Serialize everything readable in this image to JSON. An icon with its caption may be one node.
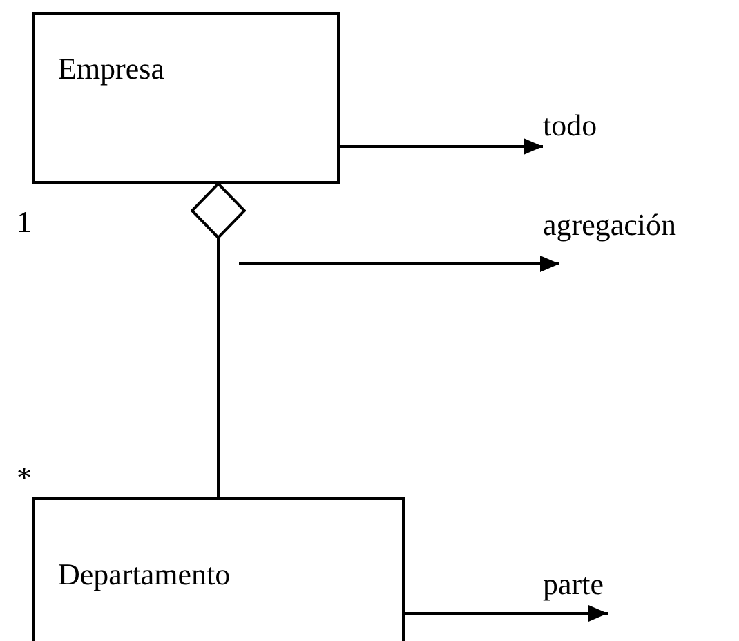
{
  "diagram": {
    "nodes": [
      {
        "text": [
          "Empresa"
        ]
      },
      {
        "text": [
          "Departamento"
        ]
      },
      {
        "text": [
          "todo"
        ]
      },
      {
        "text": [
          "agregación"
        ]
      },
      {
        "text": [
          "parte"
        ]
      }
    ],
    "edges": [
      {
        "from": 1,
        "to": 0,
        "arrow": "other"
      },
      {
        "from": 0,
        "to": 2,
        "arrow": "to"
      },
      {
        "from": null,
        "to": 3,
        "arrow": "to"
      },
      {
        "from": 1,
        "to": 4,
        "arrow": "to"
      }
    ],
    "labels": [
      "1",
      "*"
    ]
  }
}
